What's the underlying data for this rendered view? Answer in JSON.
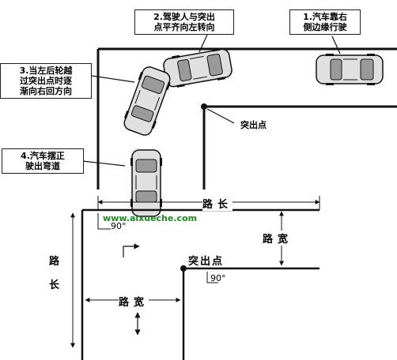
{
  "callouts": {
    "step1": [
      "1.汽车靠右",
      "侧边缘行驶"
    ],
    "step2": [
      "2.驾驶人与突出",
      "点平齐向左转向"
    ],
    "step3": [
      "3.当左后轮越",
      "过突出点时逐",
      "渐向右回方向"
    ],
    "step4": [
      "4.汽车摆正",
      "驶出弯道"
    ]
  },
  "labels": {
    "tuchudian_top": "突出点",
    "tuchudian_bottom": "突出点",
    "road_length_top": "路长",
    "road_length_left_1": "路",
    "road_length_left_2": "长",
    "road_width_right": "路宽",
    "road_width_bottom": "路宽",
    "angle_1": "90°",
    "angle_2": "90°",
    "website": "www.aixueche.com"
  },
  "colors": {
    "line": "#111111",
    "website": "#1a8c1a",
    "car_body": "#d9d9d9"
  }
}
